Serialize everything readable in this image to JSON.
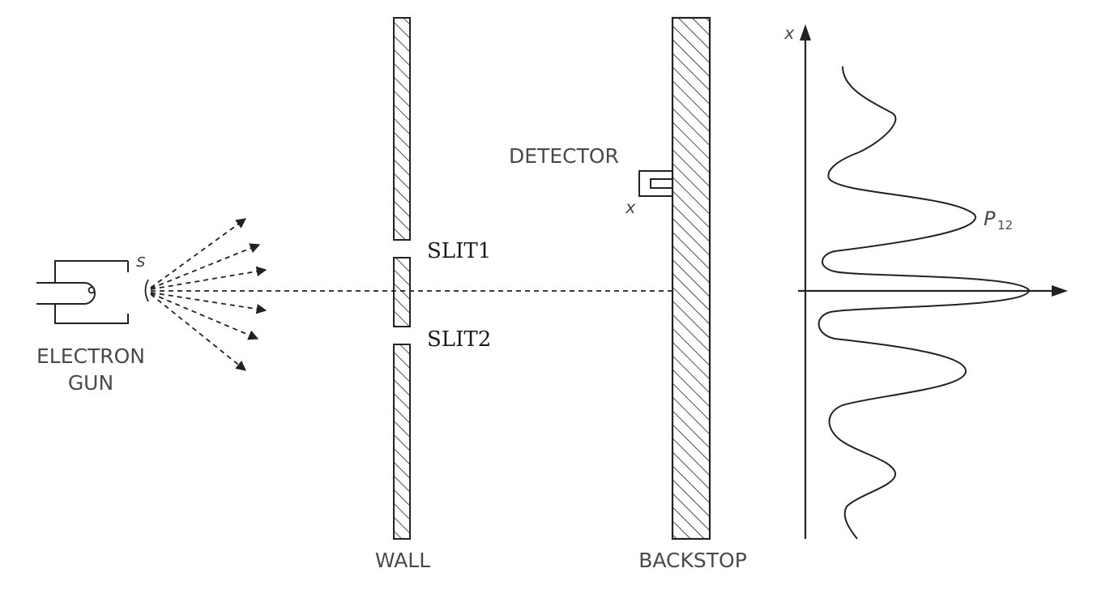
{
  "labels": {
    "source": "s",
    "electron_gun_line1": "ELECTRON",
    "electron_gun_line2": "GUN",
    "slit1": "SLIT1",
    "slit2": "SLIT2",
    "wall": "WALL",
    "detector": "DETECTOR",
    "detector_position": "x",
    "backstop": "BACKSTOP",
    "axis_x": "x",
    "curve_label_main": "P",
    "curve_label_sub": "12"
  },
  "colors": {
    "ink": "#222222",
    "label": "#4a4a4a",
    "background": "#ffffff"
  }
}
